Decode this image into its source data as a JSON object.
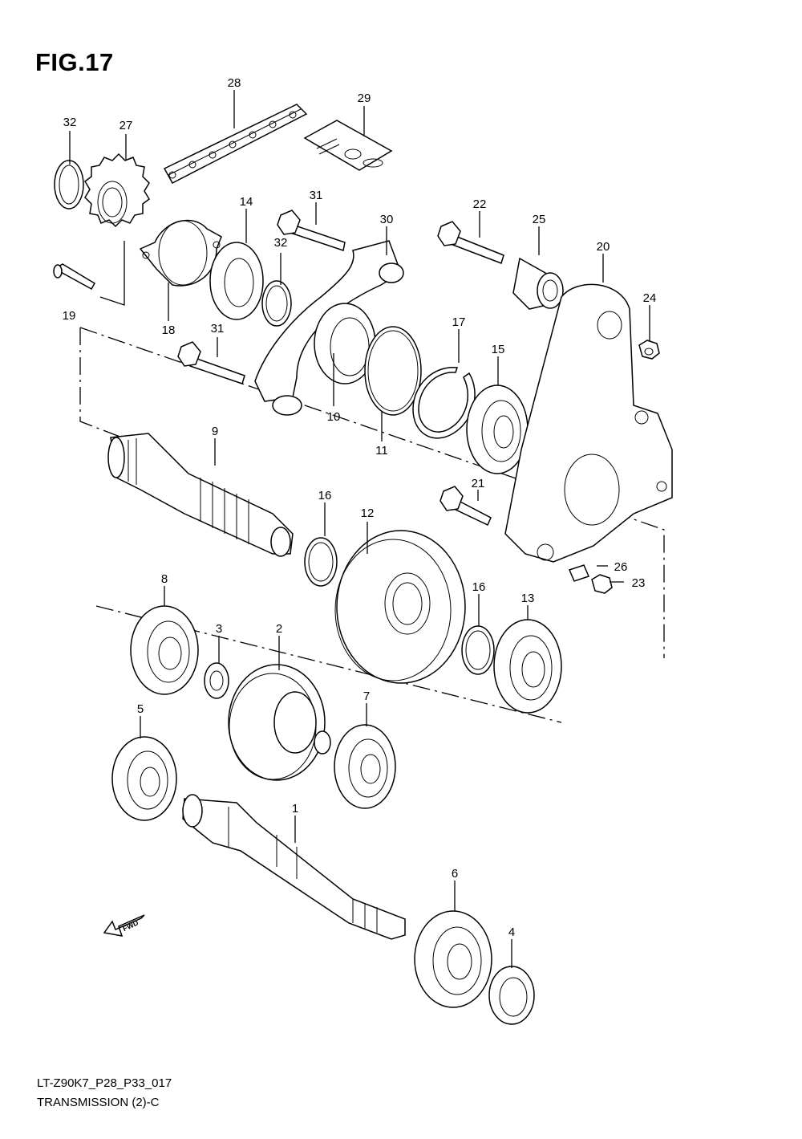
{
  "figure": {
    "title": "FIG.17",
    "code": "LT-Z90K7_P28_P33_017",
    "caption": "TRANSMISSION (2)-C"
  },
  "fwd_label": "FWD",
  "callouts": [
    {
      "id": "c1",
      "text": "1"
    },
    {
      "id": "c2",
      "text": "2"
    },
    {
      "id": "c3",
      "text": "3"
    },
    {
      "id": "c4",
      "text": "4"
    },
    {
      "id": "c5",
      "text": "5"
    },
    {
      "id": "c6",
      "text": "6"
    },
    {
      "id": "c7",
      "text": "7"
    },
    {
      "id": "c8",
      "text": "8"
    },
    {
      "id": "c9",
      "text": "9"
    },
    {
      "id": "c10",
      "text": "10"
    },
    {
      "id": "c11",
      "text": "11"
    },
    {
      "id": "c12",
      "text": "12"
    },
    {
      "id": "c13",
      "text": "13"
    },
    {
      "id": "c14",
      "text": "14"
    },
    {
      "id": "c15",
      "text": "15"
    },
    {
      "id": "c16a",
      "text": "16"
    },
    {
      "id": "c16b",
      "text": "16"
    },
    {
      "id": "c17",
      "text": "17"
    },
    {
      "id": "c18",
      "text": "18"
    },
    {
      "id": "c19",
      "text": "19"
    },
    {
      "id": "c20",
      "text": "20"
    },
    {
      "id": "c21",
      "text": "21"
    },
    {
      "id": "c22",
      "text": "22"
    },
    {
      "id": "c23",
      "text": "23"
    },
    {
      "id": "c24",
      "text": "24"
    },
    {
      "id": "c25",
      "text": "25"
    },
    {
      "id": "c26",
      "text": "26"
    },
    {
      "id": "c27",
      "text": "27"
    },
    {
      "id": "c28",
      "text": "28"
    },
    {
      "id": "c29",
      "text": "29"
    },
    {
      "id": "c30",
      "text": "30"
    },
    {
      "id": "c31a",
      "text": "31"
    },
    {
      "id": "c31b",
      "text": "31"
    },
    {
      "id": "c32a",
      "text": "32"
    },
    {
      "id": "c32b",
      "text": "32"
    }
  ]
}
